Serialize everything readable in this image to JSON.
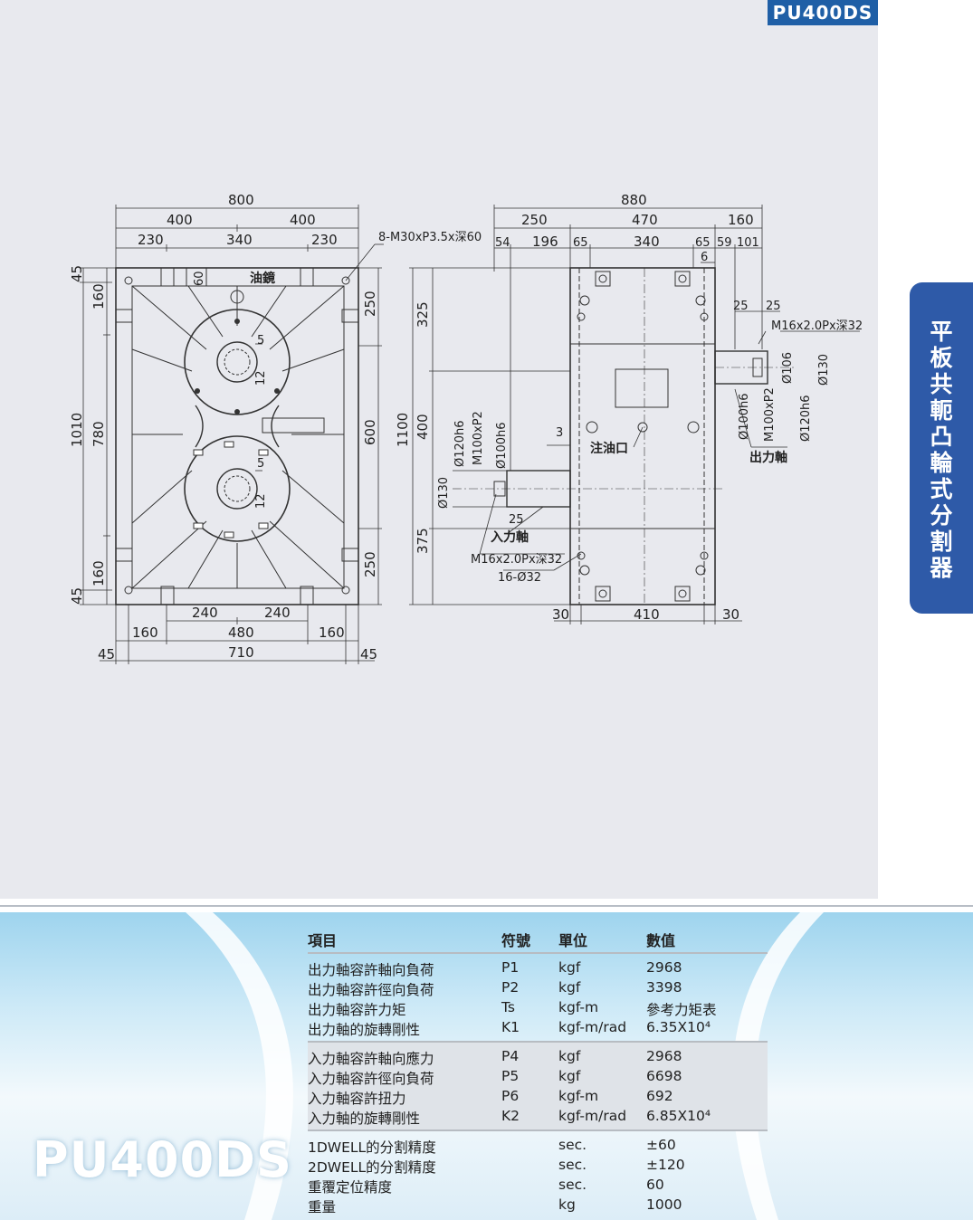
{
  "model": "PU400DS",
  "side_tab": "平板共軛凸輪式分割器",
  "drawing": {
    "front": {
      "top_dims": [
        "800",
        "400",
        "400",
        "230",
        "340",
        "230"
      ],
      "callout_screw": "8-M30xP3.5x深60",
      "left_dims": [
        "45",
        "160",
        "780",
        "1010",
        "160",
        "45"
      ],
      "right_dims": [
        "250",
        "600",
        "250"
      ],
      "inner_dims": [
        "60",
        "5",
        "12",
        "5",
        "12"
      ],
      "label_oil_glass": "油鏡",
      "bottom_dims": [
        "240",
        "240",
        "160",
        "480",
        "160",
        "45",
        "710",
        "45"
      ]
    },
    "side": {
      "top_dims": [
        "880",
        "250",
        "470",
        "160",
        "54",
        "196",
        "65",
        "340",
        "65",
        "59",
        "101",
        "6"
      ],
      "left_dims": [
        "325",
        "1100",
        "400",
        "375"
      ],
      "input_dims": [
        "Ø120h6",
        "M100xP2",
        "Ø100h6",
        "Ø130",
        "3",
        "25"
      ],
      "output_dims": [
        "25",
        "25",
        "Ø106",
        "Ø130",
        "Ø100h6",
        "M100xP2",
        "Ø120h6"
      ],
      "callout_output_thread": "M16x2.0Px深32",
      "callout_input_thread": "M16x2.0Px深32",
      "callout_holes": "16-Ø32",
      "label_input": "入力軸",
      "label_output": "出力軸",
      "label_oil_port": "注油口",
      "bottom_dims": [
        "30",
        "410",
        "30"
      ]
    }
  },
  "specs": {
    "headers": {
      "item": "項目",
      "symbol": "符號",
      "unit": "單位",
      "value": "數值"
    },
    "groups": [
      [
        {
          "item": "出力軸容許軸向負荷",
          "symbol": "P1",
          "unit": "kgf",
          "value": "2968"
        },
        {
          "item": "出力軸容許徑向負荷",
          "symbol": "P2",
          "unit": "kgf",
          "value": "3398"
        },
        {
          "item": "出力軸容許力矩",
          "symbol": "Ts",
          "unit": "kgf-m",
          "value": "參考力矩表"
        },
        {
          "item": "出力軸的旋轉剛性",
          "symbol": "K1",
          "unit": "kgf-m/rad",
          "value": "6.35X10⁴"
        }
      ],
      [
        {
          "item": "入力軸容許軸向應力",
          "symbol": "P4",
          "unit": "kgf",
          "value": "2968"
        },
        {
          "item": "入力軸容許徑向負荷",
          "symbol": "P5",
          "unit": "kgf",
          "value": "6698"
        },
        {
          "item": "入力軸容許扭力",
          "symbol": "P6",
          "unit": "kgf-m",
          "value": "692"
        },
        {
          "item": "入力軸的旋轉剛性",
          "symbol": "K2",
          "unit": "kgf-m/rad",
          "value": "6.85X10⁴"
        }
      ],
      [
        {
          "item": "1DWELL的分割精度",
          "symbol": "",
          "unit": "sec.",
          "value": "±60"
        },
        {
          "item": "2DWELL的分割精度",
          "symbol": "",
          "unit": "sec.",
          "value": "±120"
        },
        {
          "item": "重覆定位精度",
          "symbol": "",
          "unit": "sec.",
          "value": "60"
        },
        {
          "item": "重量",
          "symbol": "",
          "unit": "kg",
          "value": "1000"
        }
      ]
    ]
  }
}
